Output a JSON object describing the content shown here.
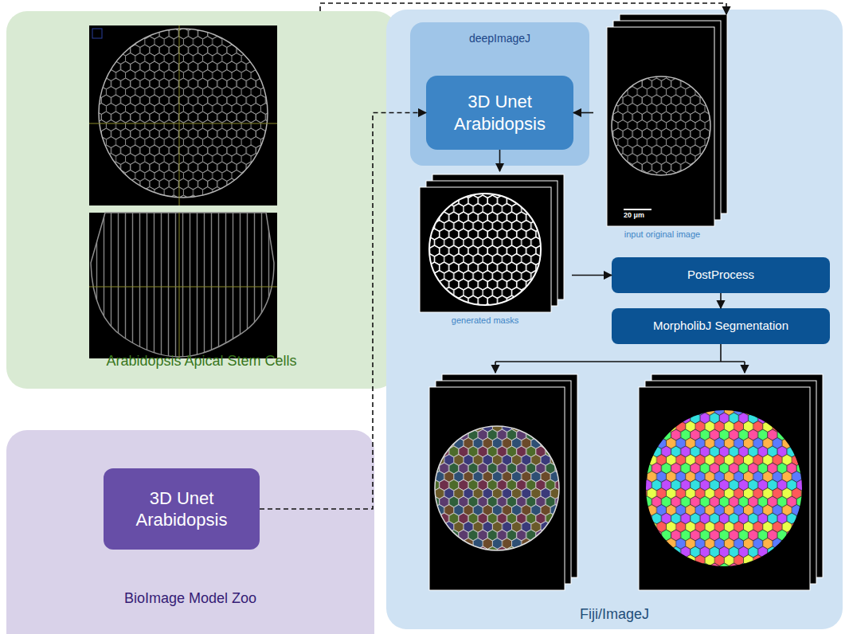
{
  "diagram": {
    "nodes": [
      {
        "text": [
          "Arabidopsis Apical Stem Cells"
        ]
      },
      {
        "text": [
          "Fiji/ImageJ"
        ]
      },
      {
        "text": [
          "deepImageJ"
        ],
        "in": 1
      },
      {
        "text": [
          "3D Unet Arabidopsis"
        ],
        "in": 2
      },
      {
        "text": [
          "20 μm",
          "input original image"
        ],
        "in": 1
      },
      {
        "text": [
          "generated masks"
        ],
        "in": 1
      },
      {
        "text": [
          "PostProcess"
        ],
        "in": 1
      },
      {
        "text": [
          "MorpholibJ Segmentation"
        ],
        "in": 1
      },
      {
        "text": [
          "BioImage Model Zoo"
        ]
      },
      {
        "text": [
          "3D Unet Arabidopsis"
        ],
        "in": 8
      }
    ],
    "edges": [
      {
        "from": 0,
        "to": 4,
        "arrow": "to"
      },
      {
        "from": 9,
        "to": 3,
        "arrow": "to"
      },
      {
        "from": 4,
        "to": 3,
        "arrow": "to"
      },
      {
        "from": 3,
        "to": 5,
        "arrow": "to"
      },
      {
        "from": 5,
        "to": 6,
        "arrow": "to"
      },
      {
        "from": 6,
        "to": 7,
        "arrow": "to"
      }
    ]
  }
}
